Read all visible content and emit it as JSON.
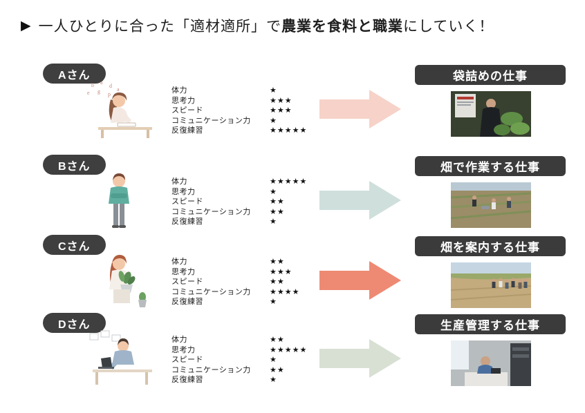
{
  "title": {
    "marker": "▶",
    "prefix": "一人ひとりに合った「適材適所」で",
    "emphasis": "農業を食料と職業",
    "suffix": "にしていく！"
  },
  "stats_labels": [
    "体力",
    "思考力",
    "スピード",
    "コミュニケーション力",
    "反復練習"
  ],
  "rows": [
    {
      "person": "Aさん",
      "stars": [
        "★",
        "★★★",
        "★★★",
        "★",
        "★★★★★"
      ],
      "arrow_color": "#f6d2c8",
      "job": "袋詰めの仕事",
      "photo": "bag-packing"
    },
    {
      "person": "Bさん",
      "stars": [
        "★★★★★",
        "★",
        "★★",
        "★★",
        "★"
      ],
      "arrow_color": "#cfdfdc",
      "job": "畑で作業する仕事",
      "photo": "field-work"
    },
    {
      "person": "Cさん",
      "stars": [
        "★★",
        "★★★",
        "★★",
        "★★★★",
        "★"
      ],
      "arrow_color": "#ee8a73",
      "job": "畑を案内する仕事",
      "photo": "field-tour"
    },
    {
      "person": "Dさん",
      "stars": [
        "★★",
        "★★★★★",
        "★",
        "★★",
        "★"
      ],
      "arrow_color": "#d7e0d3",
      "job": "生産管理する仕事",
      "photo": "production-management"
    }
  ],
  "colors": {
    "badge_bg": "#3f3f3f",
    "badge_text": "#ffffff",
    "star_color": "#111111"
  }
}
